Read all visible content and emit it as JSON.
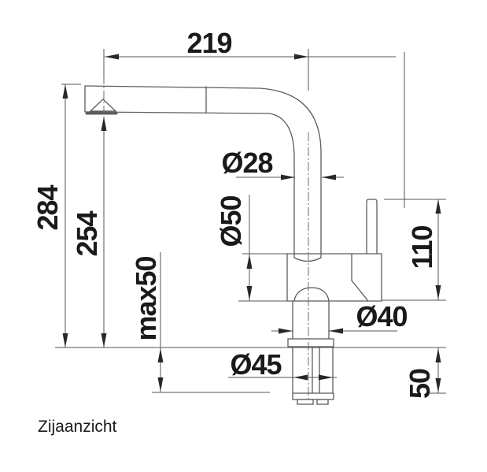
{
  "drawing": {
    "caption": "Zijaanzicht",
    "labels": {
      "spout_reach": "219",
      "total_height": "284",
      "spout_height": "254",
      "max_counter_thickness": "max50",
      "pipe_diameter": "Ø28",
      "body_diameter": "Ø50",
      "lever_height": "110",
      "base_diameter": "Ø40",
      "hole_diameter": "Ø45",
      "shank_length": "50"
    },
    "colors": {
      "outline": "#5b5c5f",
      "dimension_line": "#55565a",
      "text": "#1a1a1d",
      "background": "#ffffff"
    }
  }
}
